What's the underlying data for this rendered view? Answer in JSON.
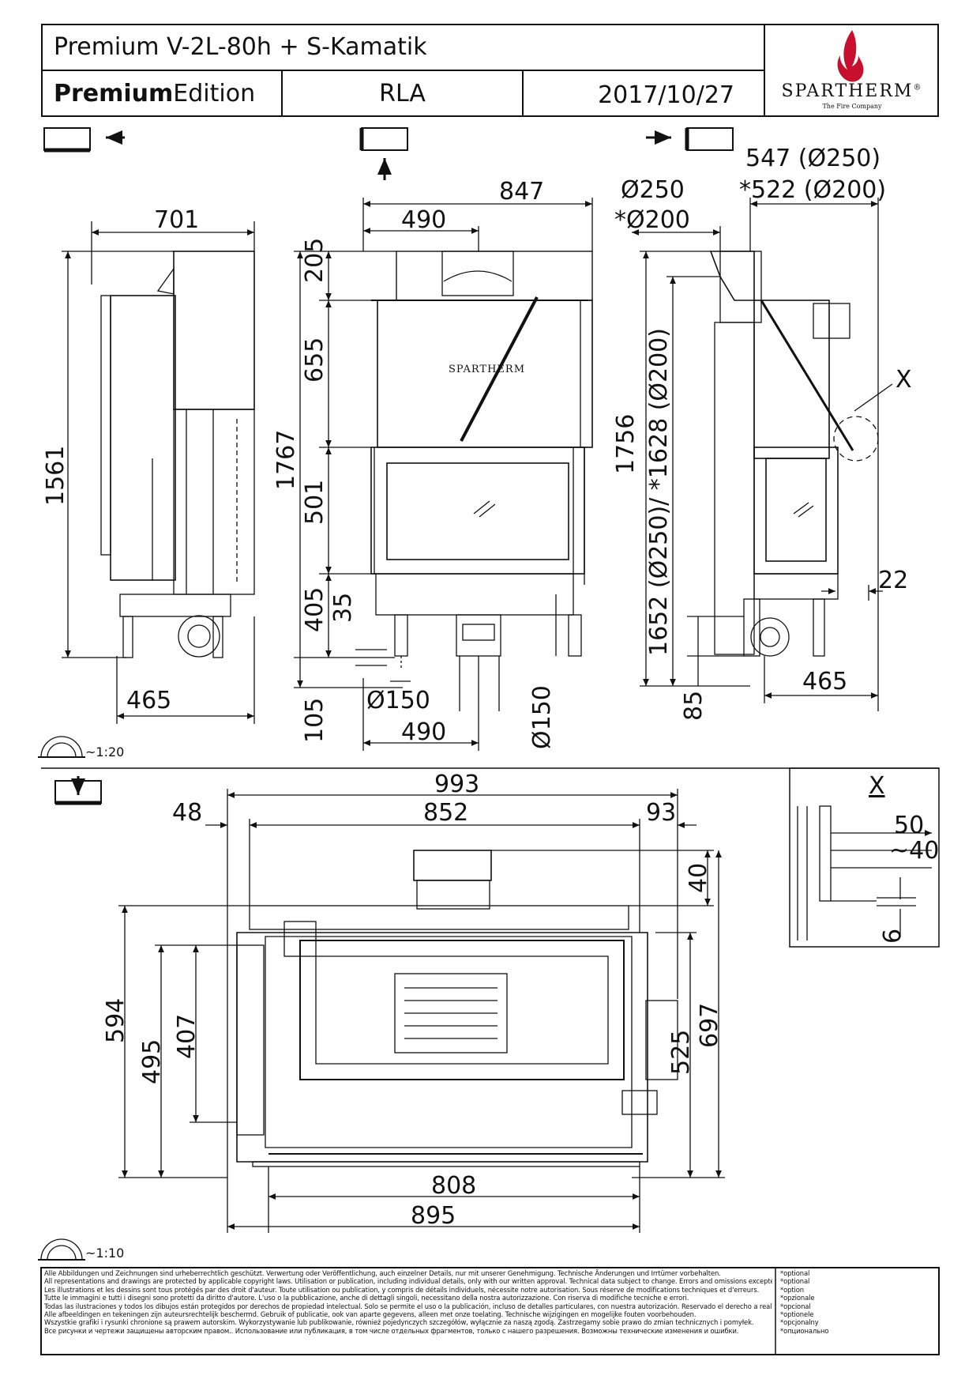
{
  "header": {
    "model": "Premium V-2L-80h + S-Kamatik",
    "edition_bold": "Premium",
    "edition_rest": "Edition",
    "variant": "RLA",
    "date": "2017/10/27"
  },
  "brand": {
    "name": "SPARTHERM",
    "registered": "®",
    "tagline": "The Fire Company",
    "flame_color": "#c8102e"
  },
  "views": {
    "front_dims": {
      "d701": "701",
      "d1561": "1561",
      "d465": "465",
      "d847": "847",
      "d490_top": "490",
      "d205": "205",
      "d655": "655",
      "d1767": "1767",
      "d501": "501",
      "d405": "405",
      "d35": "35",
      "d105": "105",
      "d150": "Ø150",
      "d490_bottom": "490",
      "d150v": "Ø150",
      "flue_a": "Ø250",
      "flue_b": "*Ø200",
      "d547": "547 (Ø250)",
      "d522": "*522 (Ø200)",
      "d1756": "1756",
      "d1652": "1652 (Ø250)/ *1628 (Ø200)",
      "dx": "X",
      "d22": "22",
      "d465r": "465",
      "d85": "85",
      "door_brand": "SPARTHERM"
    },
    "scale_top": "~1:20",
    "plan_dims": {
      "d993": "993",
      "d48": "48",
      "d852": "852",
      "d93": "93",
      "d40": "40",
      "d594": "594",
      "d495": "495",
      "d407": "407",
      "d525": "525",
      "d697": "697",
      "d808": "808",
      "d895": "895"
    },
    "detail": {
      "label": "X",
      "d50": "50",
      "d40": "~40",
      "d6": "6"
    },
    "scale_bottom": "~1:10"
  },
  "footer": {
    "legal_lines": [
      "Alle Abbildungen und Zeichnungen sind urheberrechtlich geschützt. Verwertung oder Veröffentlichung, auch einzelner Details, nur mit unserer Genehmigung. Technische Änderungen und Irrtümer vorbehalten.",
      "All representations and drawings are protected by applicable copyright laws. Utilisation or publication, including individual details, only with our written approval. Technical data subject to change. Errors and omissions excepted.",
      "Les illustrations et les dessins sont tous protégés par des droit d'auteur. Toute utilisation ou publication, y compris de détails individuels, nécessite notre autorisation. Sous réserve de modifications techniques et d'erreurs.",
      "Tutte le immagini e tutti i disegni sono protetti da diritto d'autore. L'uso o la pubblicazione, anche di dettagli singoli, necessitano della nostra autorizzazione. Con riserva di modifiche tecniche e errori.",
      "Todas las ilustraciones y todos los dibujos están protegidos por derechos de propiedad intelectual. Solo se permite el uso o la publicación, incluso de detalles particulares, con nuestra autorización. Reservado el derecho a realizar modificaciones técnicas y correcciones de errores.",
      "Alle afbeeldingen en tekeningen zijn auteursrechtelijk beschermd. Gebruik of publicatie, ook van aparte gegevens, alleen met onze toelating. Technische wijzigingen en mogelijke fouten voorbehouden.",
      "Wszystkie grafiki i rysunki chronione są prawem autorskim. Wykorzystywanie lub publikowanie, również pojedynczych szczegółów, wyłącznie za naszą zgodą. Zastrzegamy sobie prawo do zmian technicznych i pomyłek.",
      "Все рисунки и чертежи защищены авторским правом.. Использование или публикация, в том числе отдельных фрагментов, только с нашего разрешения. Возможны технические изменения и ошибки."
    ],
    "optional_labels": [
      "*optional",
      "*optional",
      "*option",
      "*opzionale",
      "*opcional",
      "*optionele",
      "*opcjonalny",
      "*опционально"
    ]
  }
}
